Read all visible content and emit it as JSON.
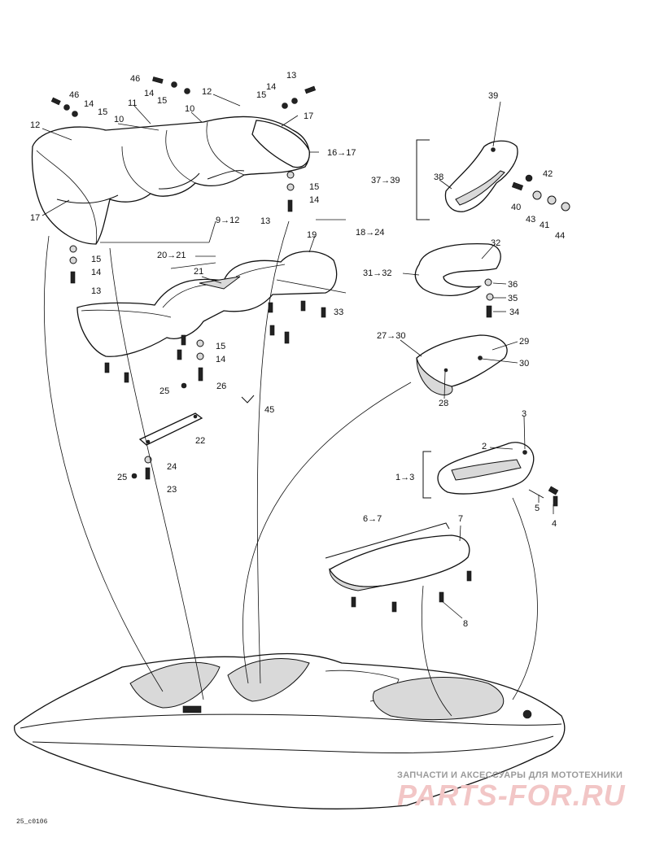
{
  "figure": {
    "code": "25_c0106",
    "watermark_text": "ЗАПЧАСТИ И АКСЕССУАРЫ ДЛЯ МОТОТЕХНИКИ",
    "watermark_logo": "PARTS-FOR.RU"
  },
  "callouts": {
    "c46": "46",
    "c14a": "14",
    "c15a": "15",
    "c12a": "12",
    "c13a": "13",
    "c14b": "14",
    "c15b": "15",
    "c17a": "17",
    "c46b": "46",
    "c14c": "14",
    "c15c": "15",
    "c12b": "12",
    "c11": "11",
    "c10a": "10",
    "c10b": "10",
    "c16_17": "16→17",
    "c15d": "15",
    "c14d": "14",
    "c13b": "13",
    "c9_12": "9→12",
    "c17b": "17",
    "c15e": "15",
    "c14e": "14",
    "c13c": "13",
    "c39": "39",
    "c37_39": "37→39",
    "c38": "38",
    "c42": "42",
    "c40": "40",
    "c43": "43",
    "c41": "41",
    "c44": "44",
    "c18_24": "18→24",
    "c19": "19",
    "c20_21": "20→21",
    "c21": "21",
    "c33": "33",
    "c15f": "15",
    "c14f": "14",
    "c26": "26",
    "c25a": "25",
    "c45": "45",
    "c22": "22",
    "c24": "24",
    "c25b": "25",
    "c23": "23",
    "c32": "32",
    "c31_32": "31→32",
    "c36": "36",
    "c35": "35",
    "c34": "34",
    "c27_30": "27→30",
    "c29": "29",
    "c30": "30",
    "c28": "28",
    "c3": "3",
    "c2": "2",
    "c1_3": "1→3",
    "c5": "5",
    "c4": "4",
    "c6_7": "6→7",
    "c7": "7",
    "c8": "8"
  }
}
